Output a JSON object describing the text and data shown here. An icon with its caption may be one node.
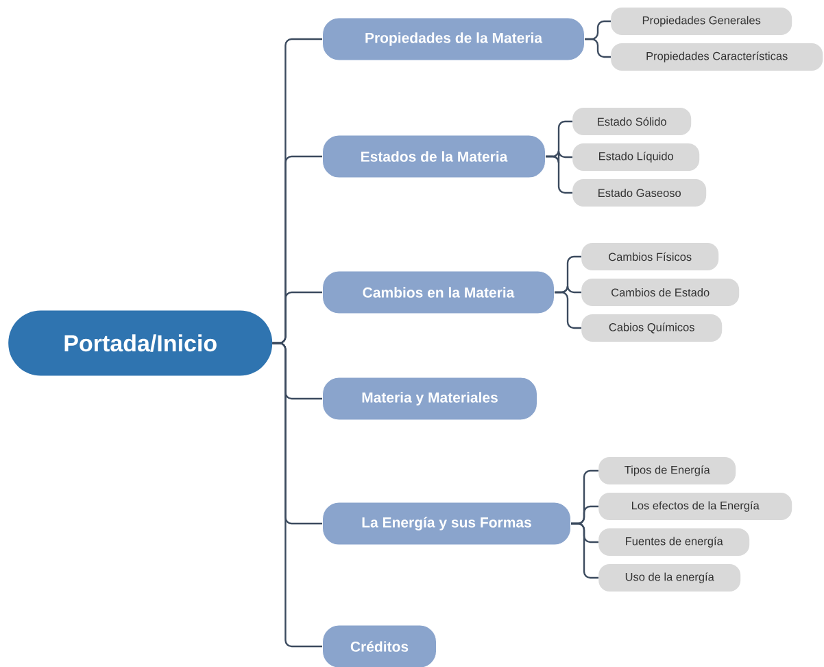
{
  "diagram": {
    "nodes": [
      {
        "text": [
          "Portada/Inicio"
        ]
      },
      {
        "text": [
          "Propiedades de la Materia"
        ]
      },
      {
        "text": [
          "Propiedades Generales"
        ]
      },
      {
        "text": [
          "Propiedades Características"
        ]
      },
      {
        "text": [
          "Estados de la Materia"
        ]
      },
      {
        "text": [
          "Estado Sólido"
        ]
      },
      {
        "text": [
          "Estado Líquido"
        ]
      },
      {
        "text": [
          "Estado Gaseoso"
        ]
      },
      {
        "text": [
          "Cambios en la Materia"
        ]
      },
      {
        "text": [
          "Cambios Físicos"
        ]
      },
      {
        "text": [
          "Cambios de Estado"
        ]
      },
      {
        "text": [
          "Cabios Químicos"
        ]
      },
      {
        "text": [
          "Materia y Materiales"
        ]
      },
      {
        "text": [
          "La Energía y sus Formas"
        ]
      },
      {
        "text": [
          "Tipos de Energía"
        ]
      },
      {
        "text": [
          "Los efectos de la Energía"
        ]
      },
      {
        "text": [
          "Fuentes de energía"
        ]
      },
      {
        "text": [
          "Uso de la energía"
        ]
      },
      {
        "text": [
          "Créditos"
        ]
      }
    ],
    "edges": [
      {
        "from": 0,
        "to": 1,
        "arrow": "none"
      },
      {
        "from": 1,
        "to": 2,
        "arrow": "none"
      },
      {
        "from": 1,
        "to": 3,
        "arrow": "none"
      },
      {
        "from": 0,
        "to": 4,
        "arrow": "none"
      },
      {
        "from": 4,
        "to": 5,
        "arrow": "none"
      },
      {
        "from": 4,
        "to": 6,
        "arrow": "none"
      },
      {
        "from": 4,
        "to": 7,
        "arrow": "none"
      },
      {
        "from": 0,
        "to": 8,
        "arrow": "none"
      },
      {
        "from": 8,
        "to": 9,
        "arrow": "none"
      },
      {
        "from": 8,
        "to": 10,
        "arrow": "none"
      },
      {
        "from": 8,
        "to": 11,
        "arrow": "none"
      },
      {
        "from": 0,
        "to": 12,
        "arrow": "none"
      },
      {
        "from": 0,
        "to": 13,
        "arrow": "none"
      },
      {
        "from": 13,
        "to": 14,
        "arrow": "none"
      },
      {
        "from": 13,
        "to": 15,
        "arrow": "none"
      },
      {
        "from": 13,
        "to": 16,
        "arrow": "none"
      },
      {
        "from": 13,
        "to": 17,
        "arrow": "none"
      },
      {
        "from": 0,
        "to": 18,
        "arrow": "none"
      }
    ]
  }
}
